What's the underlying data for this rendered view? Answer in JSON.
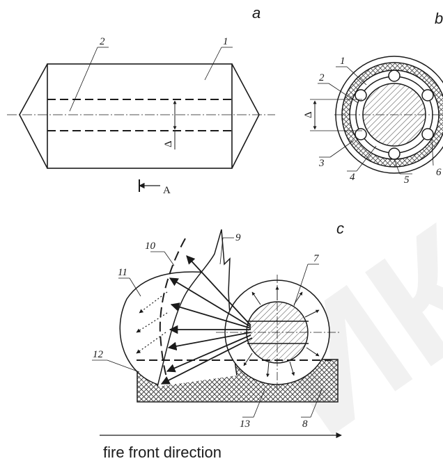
{
  "panels": {
    "a": "a",
    "b": "b",
    "c": "c"
  },
  "labels_a": {
    "n1": "1",
    "n2": "2",
    "delta": "Δ",
    "section": "A"
  },
  "labels_b": {
    "n1": "1",
    "n2": "2",
    "n3": "3",
    "n4": "4",
    "n5": "5",
    "n6": "6",
    "delta": "Δ"
  },
  "labels_c": {
    "n7": "7",
    "n8": "8",
    "n9": "9",
    "n10": "10",
    "n11": "11",
    "n12": "12",
    "n13": "13"
  },
  "caption": "fire front direction",
  "watermark": "ИК",
  "colors": {
    "line": "#1a1a1a",
    "hatch": "#555555",
    "watermark": "#e9e9e9"
  }
}
